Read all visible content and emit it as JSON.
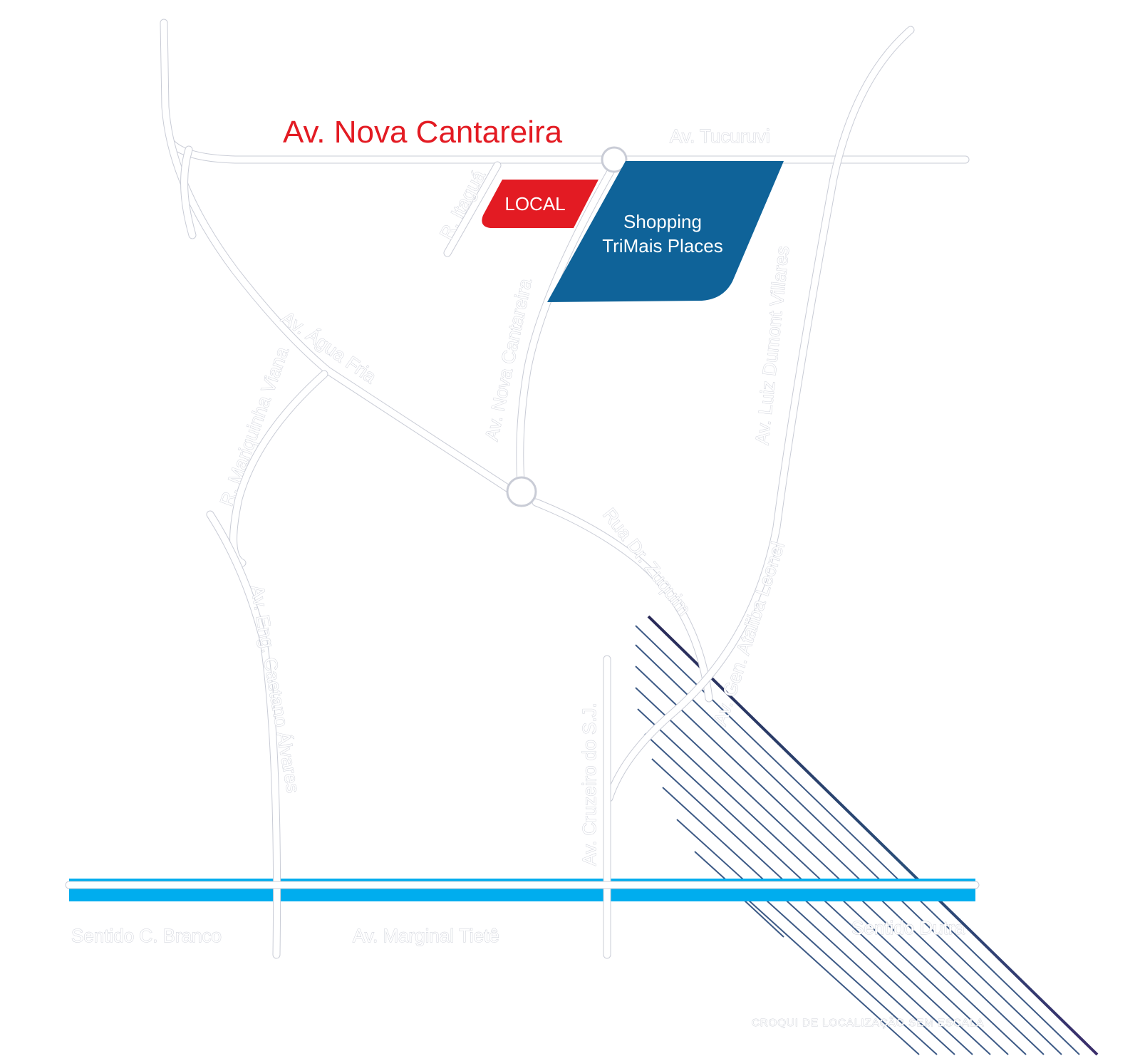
{
  "map": {
    "title": "Av. Nova Cantareira",
    "colors": {
      "title": "#e31b23",
      "local": "#e31b23",
      "shopping": "#0f6399",
      "river": "#00adee",
      "rail_dark": "#2a2a58",
      "road_outline": "#c9ccd6"
    },
    "markers": {
      "local": {
        "label": "LOCAL"
      },
      "shopping": {
        "line1": "Shopping",
        "line2": "TriMais Places"
      }
    },
    "streets": {
      "tucuruvi": "Av. Tucuruvi",
      "itagua": "R. Itaguá",
      "nova_cantareira": "Av. Nova Cantareira",
      "agua_fria": "Av. Água Fria",
      "mariquinha": "R. Mariquinha Viana",
      "luiz_dumont": "Av. Luiz Dumont Villares",
      "zuquim": "Rua Dr. Zuquim",
      "caetano": "Av. Eng. Caetano Álvares",
      "ataliba": "Av. Gen. Ataliba Leonel",
      "cruzeiro": "Av. Cruzeiro do S.J.",
      "marginal": "Av. Marginal Tietê",
      "sentido_branco": "Sentido C. Branco",
      "sentido_dutra": "Sentido Dutra"
    },
    "note": "CROQUI DE LOCALIZAÇÃO SEM ESCALA"
  }
}
